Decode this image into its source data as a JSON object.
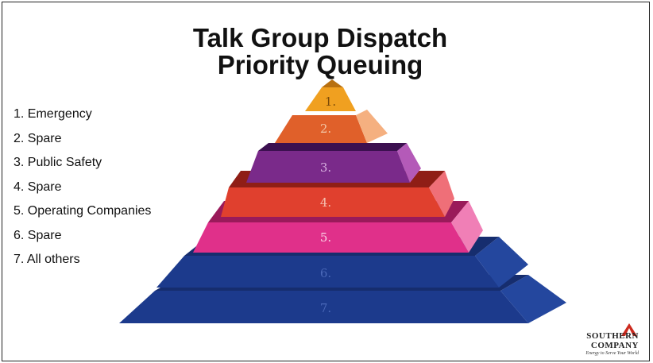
{
  "slide": {
    "title_line1": "Talk Group Dispatch",
    "title_line2": "Priority Queuing"
  },
  "legend": [
    "1. Emergency",
    "2. Spare",
    "3. Public Safety",
    "4. Spare",
    "5. Operating Companies",
    "6. Spare",
    "7. All others"
  ],
  "pyramid": {
    "levels": [
      {
        "label": "1.",
        "color": "#f0a020"
      },
      {
        "label": "2.",
        "color": "#e0602a"
      },
      {
        "label": "3.",
        "color": "#7a2a8a"
      },
      {
        "label": "4.",
        "color": "#e0402e"
      },
      {
        "label": "5.",
        "color": "#e0308a"
      },
      {
        "label": "6.",
        "color": "#1c3a8c"
      },
      {
        "label": "7.",
        "color": "#1c3a8c"
      }
    ]
  },
  "logo": {
    "line1": "SOUTHERN",
    "line2": "COMPANY",
    "tagline": "Energy to Serve Your World",
    "accent": "#cc2a1e"
  }
}
